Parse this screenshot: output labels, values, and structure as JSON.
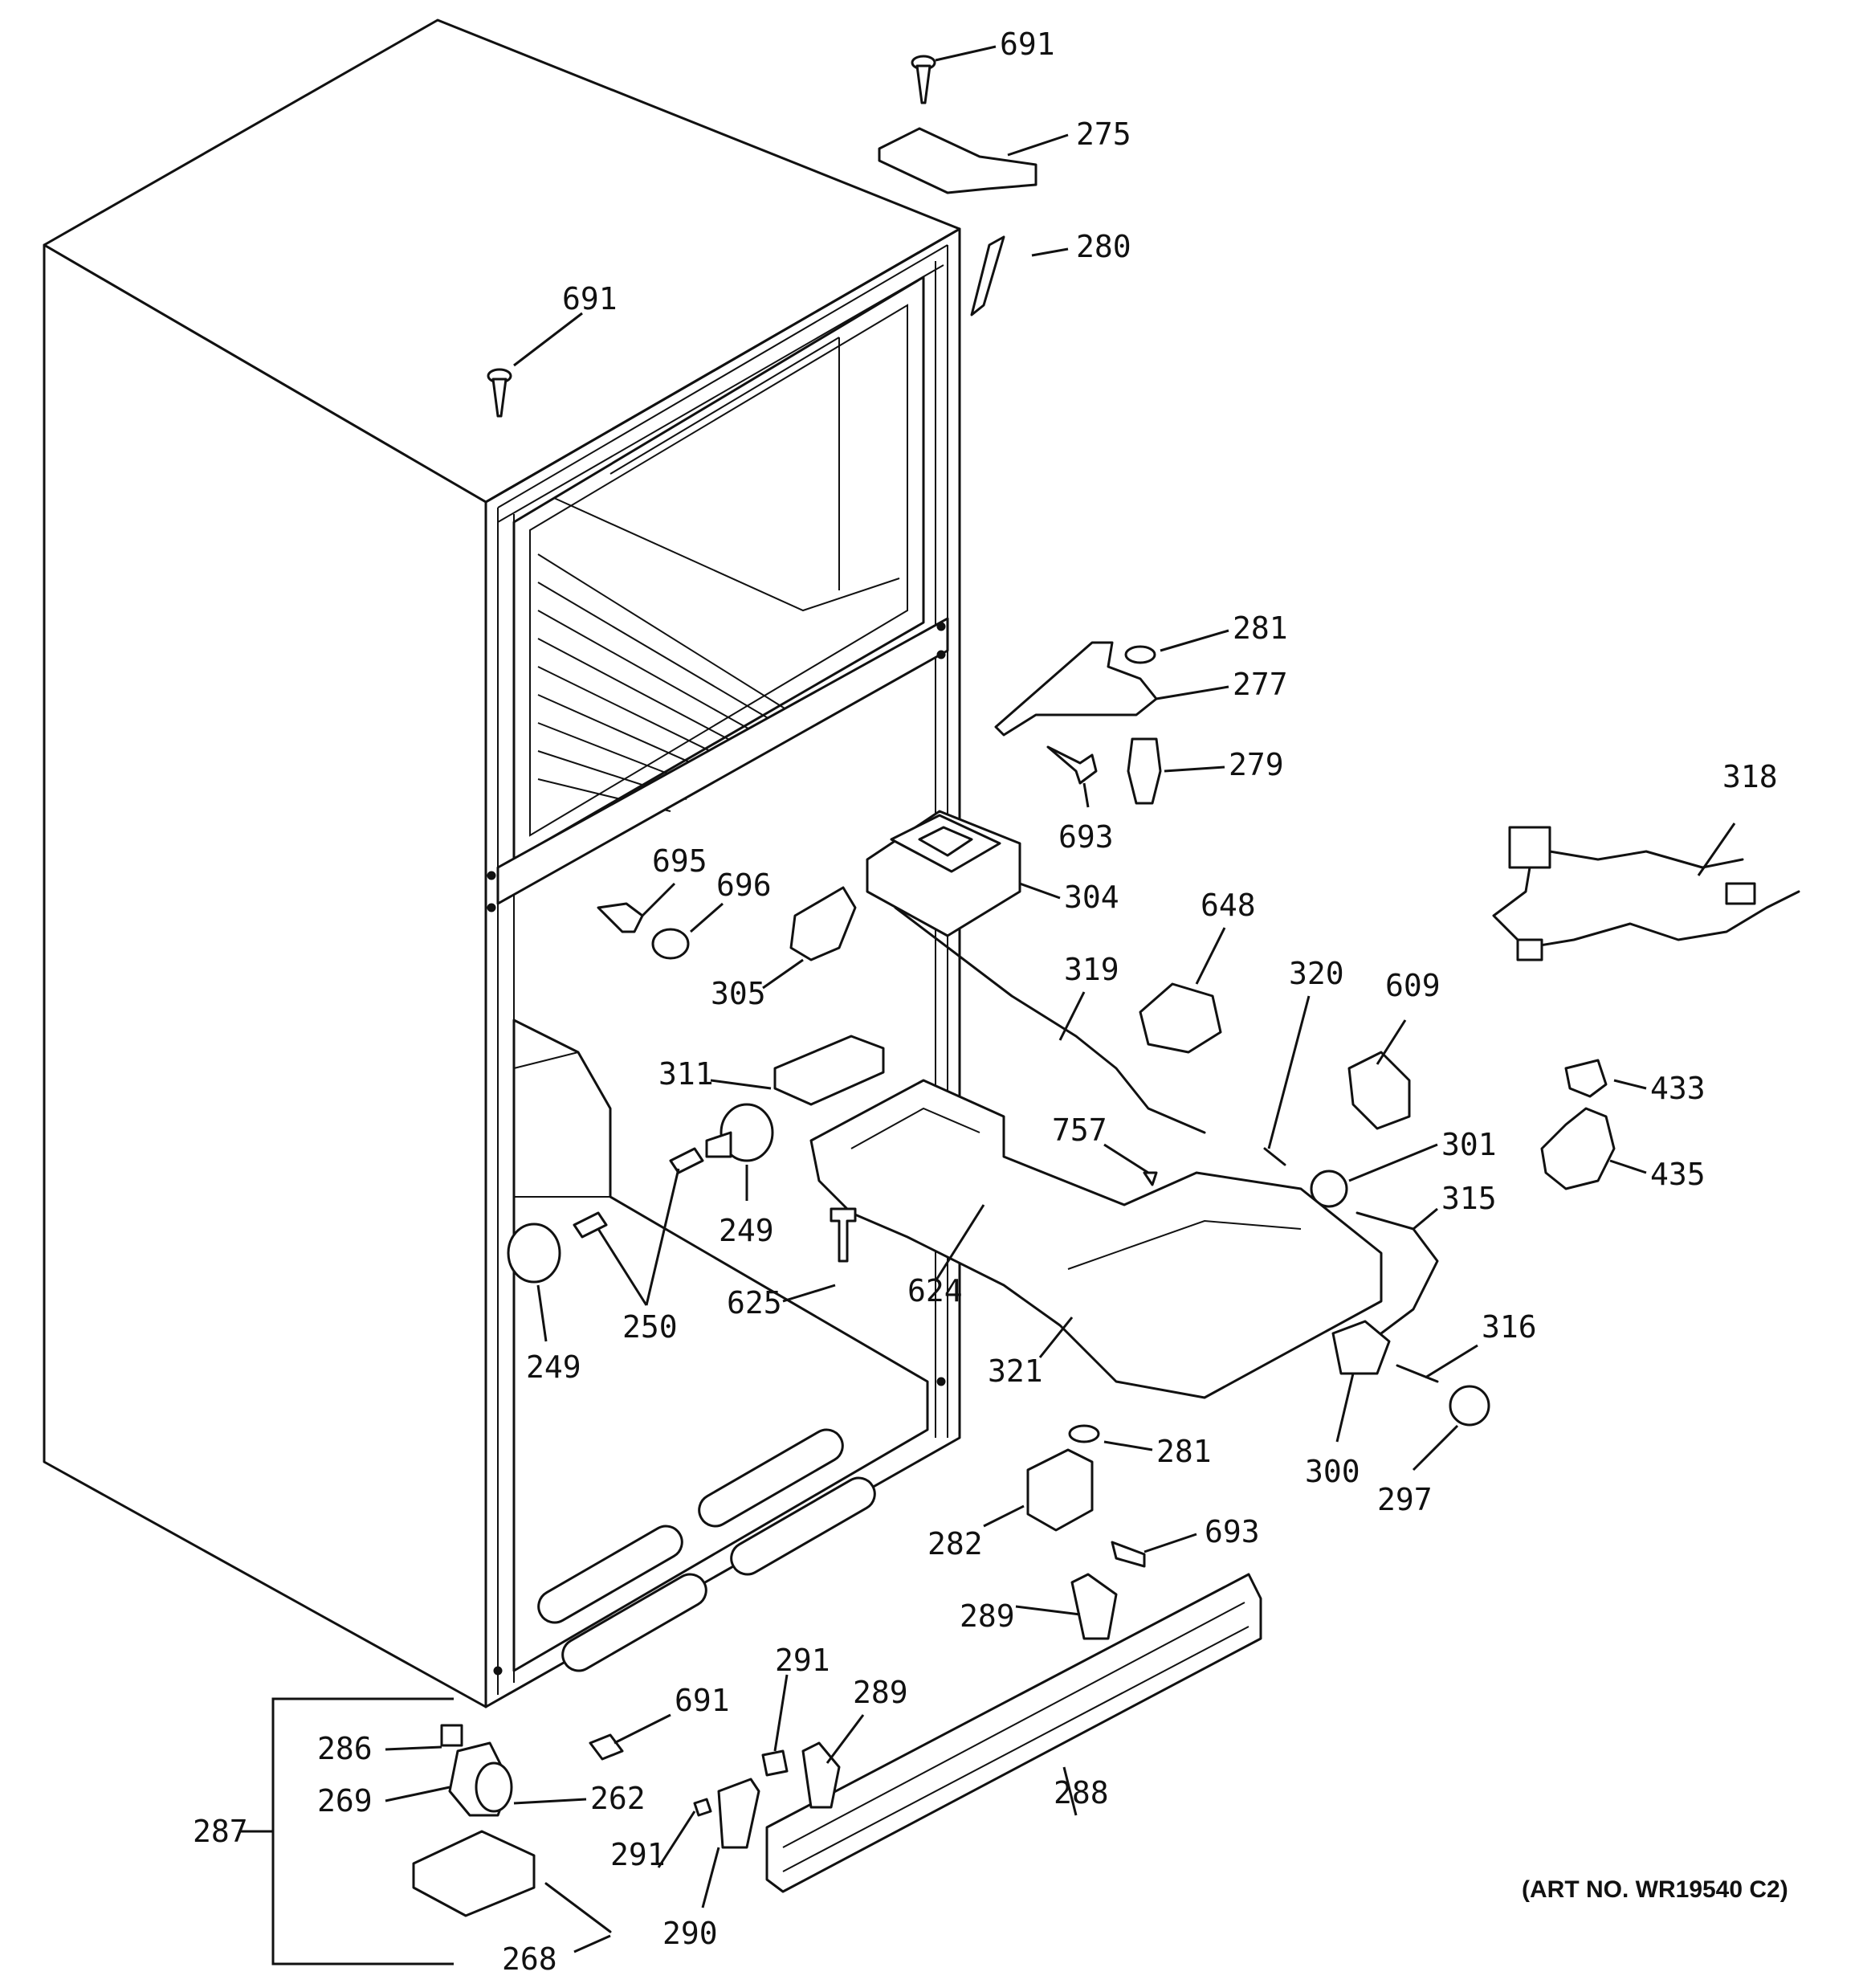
{
  "callouts": [
    {
      "id": "c691a",
      "text": "691"
    },
    {
      "id": "c275",
      "text": "275"
    },
    {
      "id": "c280",
      "text": "280"
    },
    {
      "id": "c691b",
      "text": "691"
    },
    {
      "id": "c281a",
      "text": "281"
    },
    {
      "id": "c277",
      "text": "277"
    },
    {
      "id": "c279",
      "text": "279"
    },
    {
      "id": "c693a",
      "text": "693"
    },
    {
      "id": "c318",
      "text": "318"
    },
    {
      "id": "c695",
      "text": "695"
    },
    {
      "id": "c696",
      "text": "696"
    },
    {
      "id": "c304",
      "text": "304"
    },
    {
      "id": "c305",
      "text": "305"
    },
    {
      "id": "c648",
      "text": "648"
    },
    {
      "id": "c319",
      "text": "319"
    },
    {
      "id": "c320",
      "text": "320"
    },
    {
      "id": "c609",
      "text": "609"
    },
    {
      "id": "c433",
      "text": "433"
    },
    {
      "id": "c311",
      "text": "311"
    },
    {
      "id": "c757",
      "text": "757"
    },
    {
      "id": "c301",
      "text": "301"
    },
    {
      "id": "c435",
      "text": "435"
    },
    {
      "id": "c315",
      "text": "315"
    },
    {
      "id": "c249a",
      "text": "249"
    },
    {
      "id": "c250",
      "text": "250"
    },
    {
      "id": "c625",
      "text": "625"
    },
    {
      "id": "c624",
      "text": "624"
    },
    {
      "id": "c249b",
      "text": "249"
    },
    {
      "id": "c316",
      "text": "316"
    },
    {
      "id": "c321",
      "text": "321"
    },
    {
      "id": "c300",
      "text": "300"
    },
    {
      "id": "c281b",
      "text": "281"
    },
    {
      "id": "c297",
      "text": "297"
    },
    {
      "id": "c282",
      "text": "282"
    },
    {
      "id": "c693b",
      "text": "693"
    },
    {
      "id": "c289a",
      "text": "289"
    },
    {
      "id": "c291a",
      "text": "291"
    },
    {
      "id": "c289b",
      "text": "289"
    },
    {
      "id": "c691c",
      "text": "691"
    },
    {
      "id": "c286",
      "text": "286"
    },
    {
      "id": "c287",
      "text": "287"
    },
    {
      "id": "c269",
      "text": "269"
    },
    {
      "id": "c262",
      "text": "262"
    },
    {
      "id": "c288",
      "text": "288"
    },
    {
      "id": "c291b",
      "text": "291"
    },
    {
      "id": "c290",
      "text": "290"
    },
    {
      "id": "c268",
      "text": "268"
    }
  ],
  "art_number": "(ART NO. WR19540 C2)"
}
